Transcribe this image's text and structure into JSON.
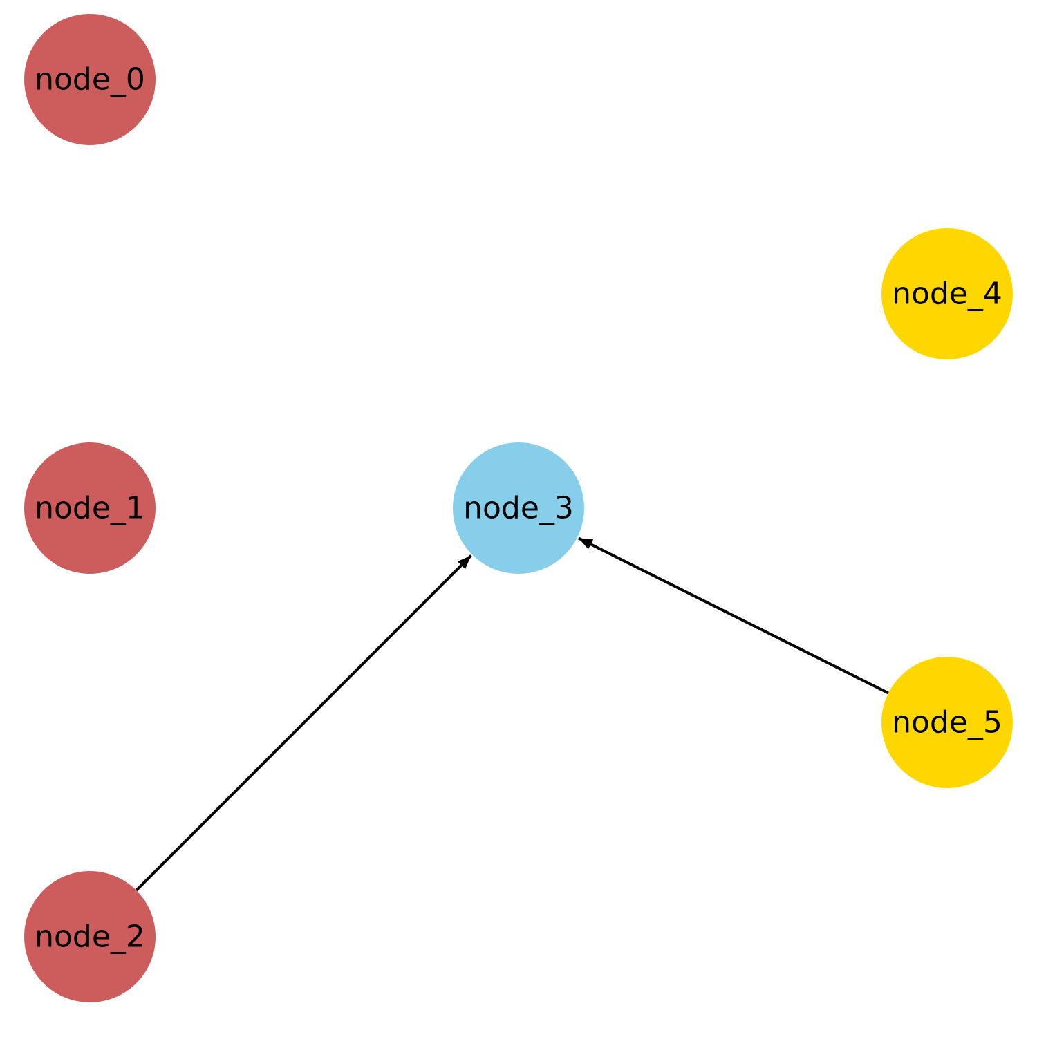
{
  "graph": {
    "directed": true,
    "colors": {
      "red": "#CD5C5C",
      "blue": "#87CEEB",
      "yellow": "#FFD700",
      "edge": "#000000",
      "background": "#FFFFFF"
    },
    "nodes": [
      {
        "id": "node_0",
        "label": "node_0",
        "color": "#CD5C5C"
      },
      {
        "id": "node_1",
        "label": "node_1",
        "color": "#CD5C5C"
      },
      {
        "id": "node_2",
        "label": "node_2",
        "color": "#CD5C5C"
      },
      {
        "id": "node_3",
        "label": "node_3",
        "color": "#87CEEB"
      },
      {
        "id": "node_4",
        "label": "node_4",
        "color": "#FFD700"
      },
      {
        "id": "node_5",
        "label": "node_5",
        "color": "#FFD700"
      }
    ],
    "edges": [
      {
        "source": "node_2",
        "target": "node_3"
      },
      {
        "source": "node_5",
        "target": "node_3"
      }
    ]
  }
}
